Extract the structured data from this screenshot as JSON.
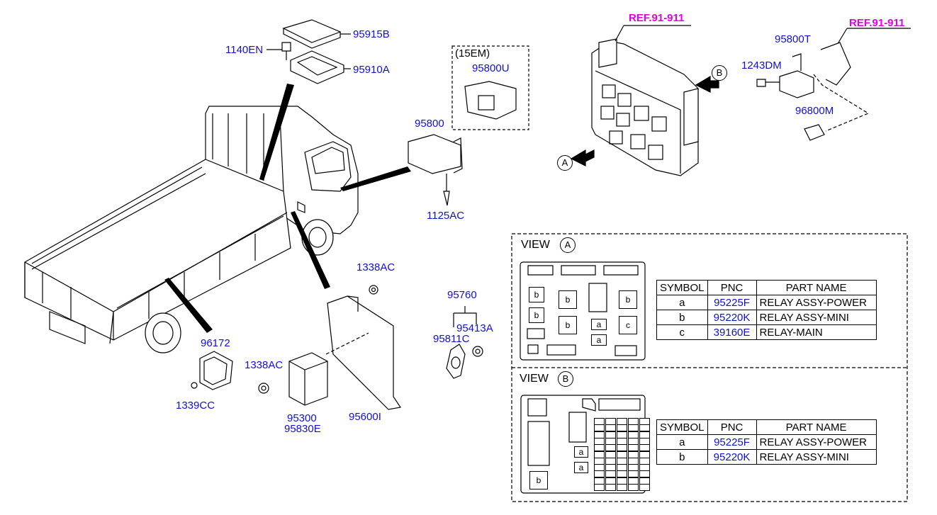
{
  "labels": {
    "l95915b": "95915B",
    "l1140en": "1140EN",
    "l95910a": "95910A",
    "l15em": "(15EM)",
    "l95800u": "95800U",
    "l95800": "95800",
    "l1125ac": "1125AC",
    "lref1": "REF.91-911",
    "lref2": "REF.91-911",
    "l95800t": "95800T",
    "l1243dm": "1243DM",
    "l96800m": "96800M",
    "l1338ac_top": "1338AC",
    "l95760": "95760",
    "l95413a": "95413A",
    "l95811c": "95811C",
    "l96172": "96172",
    "l1338ac_left": "1338AC",
    "l1339cc": "1339CC",
    "l95300": "95300",
    "l95830e": "95830E",
    "l95600i": "95600I"
  },
  "arrows": {
    "a": "A",
    "b": "B"
  },
  "view_a": {
    "title": "VIEW",
    "letter": "A",
    "headers": [
      "SYMBOL",
      "PNC",
      "PART NAME"
    ],
    "rows": [
      {
        "symbol": "a",
        "pnc": "95225F",
        "name": "RELAY ASSY-POWER"
      },
      {
        "symbol": "b",
        "pnc": "95220K",
        "name": "RELAY ASSY-MINI"
      },
      {
        "symbol": "c",
        "pnc": "39160E",
        "name": "RELAY-MAIN"
      }
    ],
    "marks": {
      "b1": "b",
      "b2": "b",
      "b3": "b",
      "b4": "b",
      "b5": "b",
      "a1": "a",
      "a2": "a",
      "c1": "c"
    }
  },
  "view_b": {
    "title": "VIEW",
    "letter": "B",
    "headers": [
      "SYMBOL",
      "PNC",
      "PART NAME"
    ],
    "rows": [
      {
        "symbol": "a",
        "pnc": "95225F",
        "name": "RELAY ASSY-POWER"
      },
      {
        "symbol": "b",
        "pnc": "95220K",
        "name": "RELAY ASSY-MINI"
      }
    ],
    "marks": {
      "a1": "a",
      "a2": "a",
      "b1": "b"
    }
  },
  "colors": {
    "label": "#1010d0",
    "ref": "#e000e0",
    "line": "#000000"
  }
}
